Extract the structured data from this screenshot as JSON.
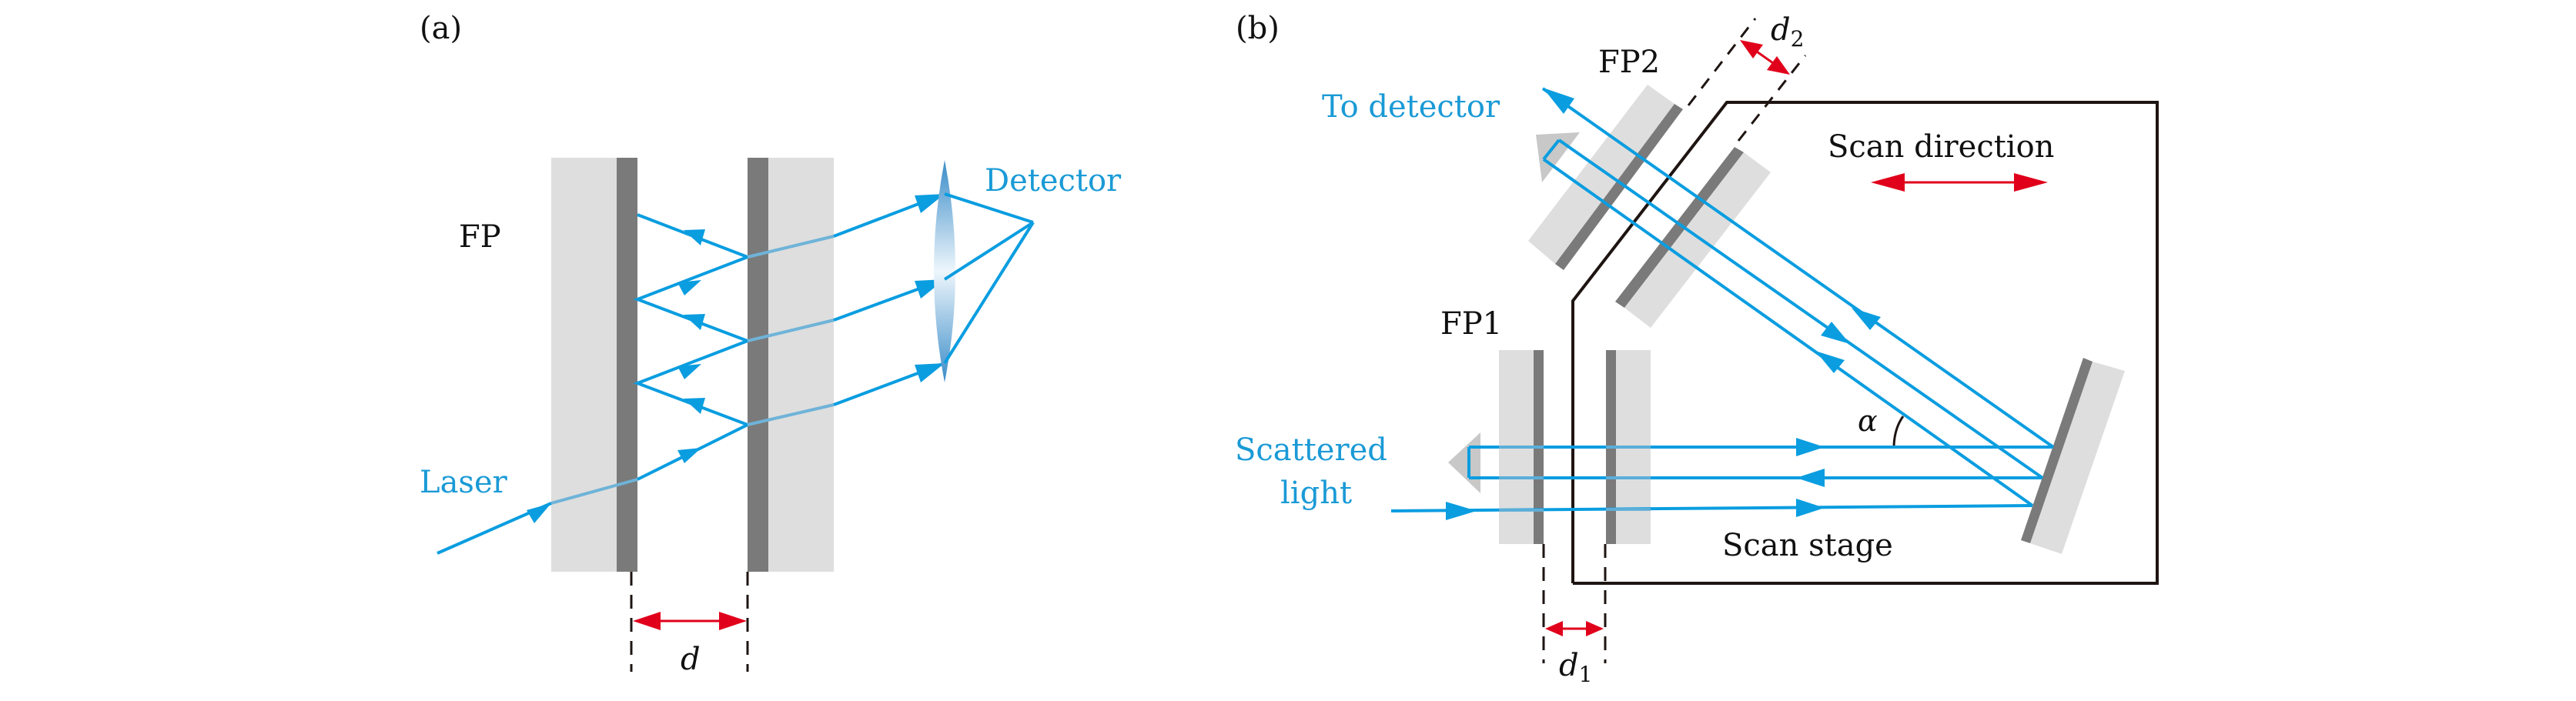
{
  "figure": {
    "panels": [
      {
        "id": "a",
        "label": "(a)",
        "texts": {
          "device": "FP",
          "source": "Laser",
          "detector": "Detector",
          "spacing": "d"
        }
      },
      {
        "id": "b",
        "label": "(b)",
        "texts": {
          "fp1": "FP1",
          "fp2": "FP2",
          "output": "To detector",
          "input_line1": "Scattered",
          "input_line2": "light",
          "scan_direction": "Scan direction",
          "scan_stage": "Scan stage",
          "angle": "α",
          "spacing1_base": "d",
          "spacing1_sub": "1",
          "spacing2_base": "d",
          "spacing2_sub": "2"
        }
      }
    ],
    "colors": {
      "ray": "#0a9de0",
      "ray_in_glass": "#6fb3d8",
      "plate": "#dedede",
      "mirror": "#7a7a7a",
      "dimension_arrow": "#e0001b",
      "outline": "#1e1512",
      "lens_edge": "#3a8cc8",
      "lens_center": "#eef6fc",
      "ghost_arrow": "#c8c8c8"
    }
  }
}
